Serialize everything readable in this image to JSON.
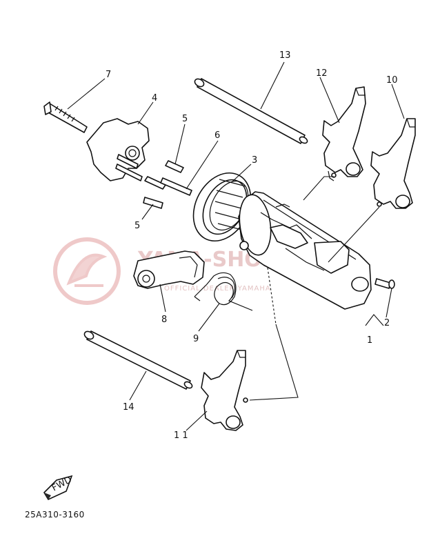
{
  "diagram": {
    "part_code": "25A310-3160",
    "fwd_label": "FWD",
    "watermark": {
      "text": "YAMA-SHOP.RU",
      "subtext": "OFFICIAL DEALER YAMAHA"
    },
    "callouts": [
      {
        "id": "c1",
        "text": "1"
      },
      {
        "id": "c2",
        "text": "2"
      },
      {
        "id": "c3",
        "text": "3"
      },
      {
        "id": "c4",
        "text": "4"
      },
      {
        "id": "c5a",
        "text": "5"
      },
      {
        "id": "c5b",
        "text": "5"
      },
      {
        "id": "c6",
        "text": "6"
      },
      {
        "id": "c7",
        "text": "7"
      },
      {
        "id": "c8",
        "text": "8"
      },
      {
        "id": "c9",
        "text": "9"
      },
      {
        "id": "c10",
        "text": "10"
      },
      {
        "id": "c11",
        "text": "1 1"
      },
      {
        "id": "c12",
        "text": "12"
      },
      {
        "id": "c13",
        "text": "13"
      },
      {
        "id": "c14",
        "text": "14"
      }
    ]
  }
}
